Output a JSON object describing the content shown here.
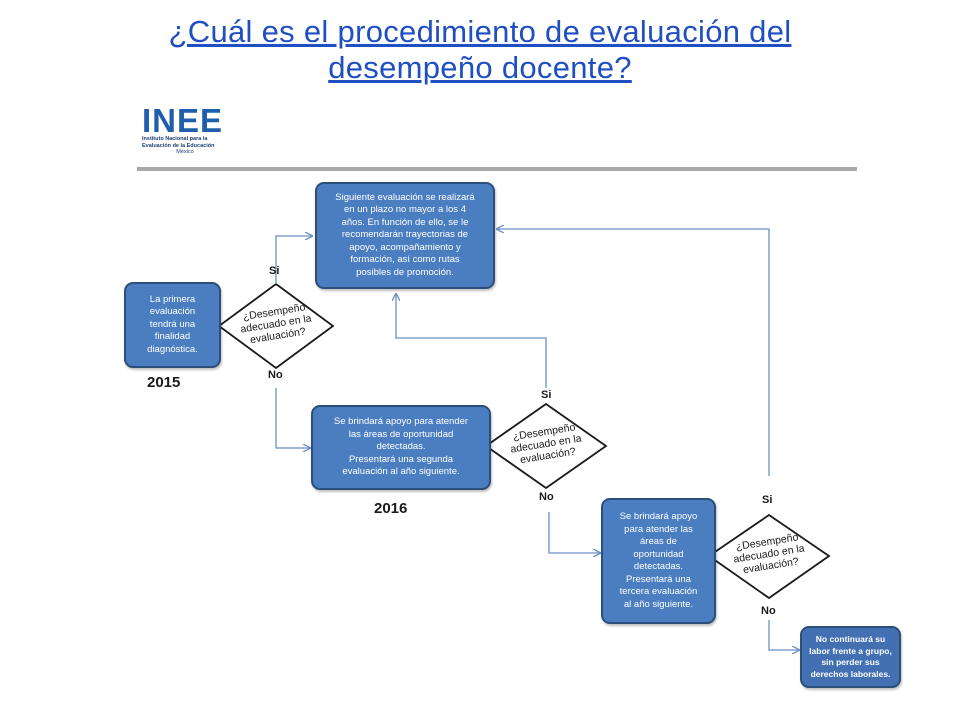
{
  "title": {
    "line1": "¿Cuál es el procedimiento de evaluación del",
    "line2": "desempeño docente?"
  },
  "logo": {
    "word": "INEE",
    "line1": "Instituto Nacional para la",
    "line2": "Evaluación de la Educación",
    "line3": "México"
  },
  "boxes": {
    "first": "La primera\nevaluación\ntendrá una\nfinalidad\ndiagnóstica.",
    "next": "Siguiente evaluación se realizará\nen un plazo no mayor a los  4\naños. En función de ello, se le\nrecomendarán trayectorias de\napoyo, acompañamiento y\nformación, así como rutas\nposibles de promoción.",
    "support2016": "Se brindará apoyo para atender\nlas áreas de oportunidad\ndetectadas.\nPresentará una  segunda\nevaluación al año siguiente.",
    "support3": "Se brindará apoyo\npara atender las\náreas de\noportunidad\ndetectadas.\nPresentará una\ntercera evaluación\nal año siguiente.",
    "final": "No  continuará su\nlabor frente a grupo,\nsin perder sus\nderechos laborales."
  },
  "decision": "¿Desempeño\nadecuado en la\nevaluación?",
  "labels": {
    "yes": "Si",
    "no": "No"
  },
  "years": {
    "y1": "2015",
    "y2": "2016"
  },
  "colors": {
    "box_fill": "#4a7ec0",
    "box_border": "#2c4f79",
    "arrow": "#6b8fc7",
    "title": "#1f4fc2"
  }
}
